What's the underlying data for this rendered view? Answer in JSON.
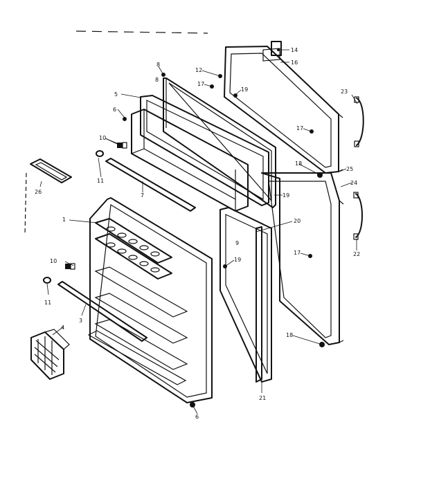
{
  "callouts": {
    "c1": "1",
    "c3": "3",
    "c4": "4",
    "c5": "5",
    "c6": "6",
    "c6b": "6",
    "c7": "7",
    "c8": "8",
    "c8b": "8",
    "c9": "9",
    "c10": "10",
    "c10b": "10",
    "c10c": "10",
    "c11": "11",
    "c11b": "11",
    "c12": "12",
    "c14": "14",
    "c16": "16",
    "c17": "17",
    "c17b": "17",
    "c17c": "17",
    "c18": "18",
    "c18b": "18",
    "c19": "19",
    "c19b": "19",
    "c19c": "19",
    "c20": "20",
    "c21": "21",
    "c22": "22",
    "c22b": "22",
    "c23": "23",
    "c24": "24",
    "c25": "25",
    "c26": "26"
  }
}
